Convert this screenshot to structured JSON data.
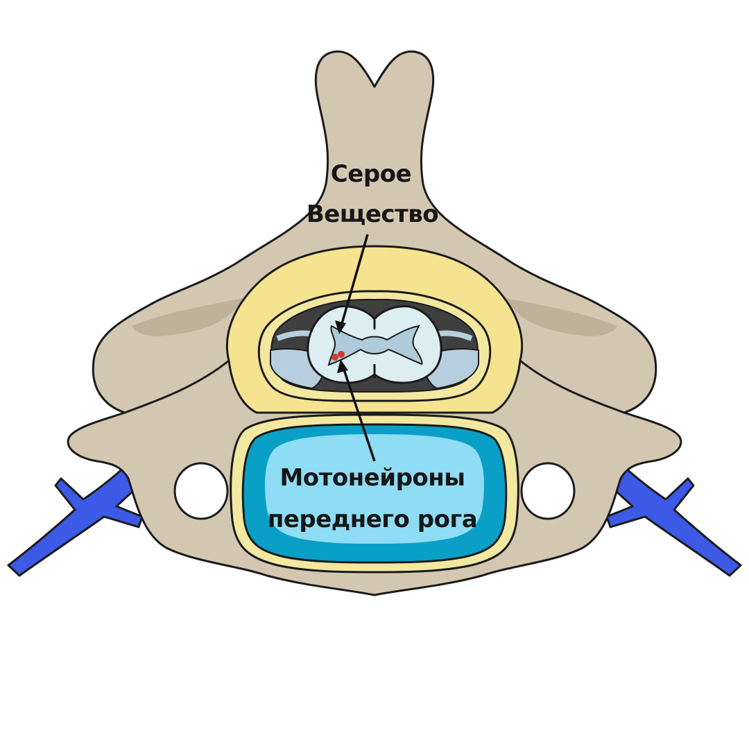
{
  "labels": {
    "grey_matter_line1": "Серое",
    "grey_matter_line2": "Вещество",
    "motor_neurons_line1": "Мотонейроны",
    "motor_neurons_line2": "переднего рога"
  },
  "colors": {
    "bone": "#d4c7b2",
    "bone_shadow": "#b9ab94",
    "fat": "#f6e38f",
    "disc_ring": "#f3e8a0",
    "disc_outer": "#0a9fc6",
    "disc_inner": "#8fdcf5",
    "nerve": "#3c5ae6",
    "csf_dark": "#3f3f3f",
    "meninges": "#b7cede",
    "cord_white": "#ddeef3",
    "grey_matter": "#aecbda",
    "neuron_dots": "#d23c32"
  }
}
